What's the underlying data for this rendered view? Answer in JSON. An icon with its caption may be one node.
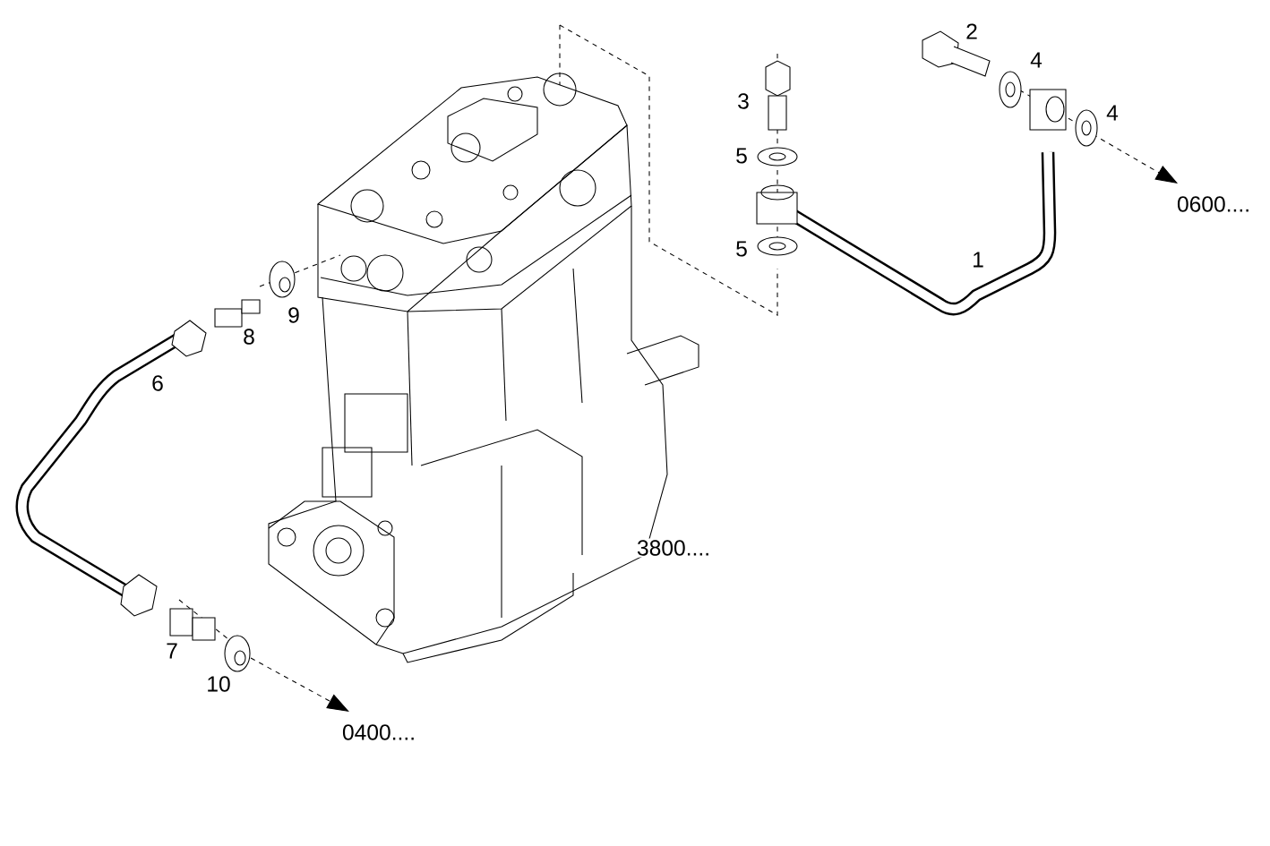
{
  "diagram": {
    "labels": [
      "2",
      "4",
      "3",
      "4",
      "5",
      "0600....",
      "5",
      "1",
      "9",
      "8",
      "6",
      "3800....",
      "7",
      "10",
      "0400...."
    ]
  }
}
